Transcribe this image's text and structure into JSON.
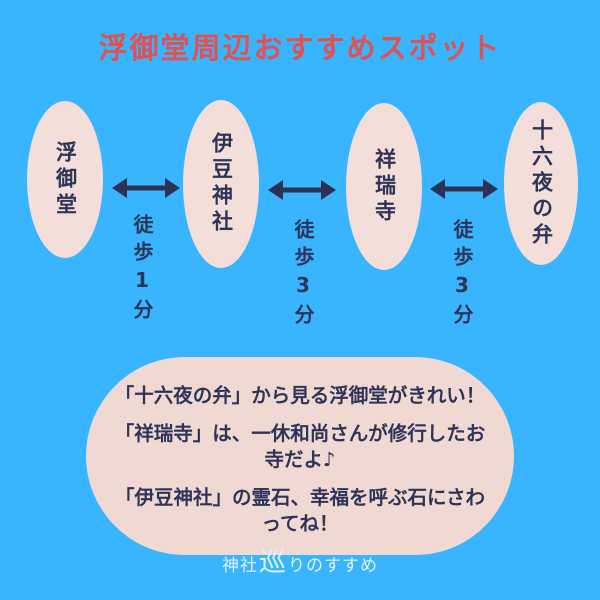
{
  "title": "浮御堂周辺おすすめスポット",
  "colors": {
    "background_blue": "#38b5fe",
    "ellipse_pink": "#f3ded9",
    "panel_pink": "#f0d8d3",
    "text_navy": "#2e3457",
    "title_red": "#e25050",
    "watermark_white": "#e3f1fc"
  },
  "spots": [
    {
      "name": "浮御堂"
    },
    {
      "name": "伊豆神社"
    },
    {
      "name": "祥瑞寺"
    },
    {
      "name": "十六夜の弁"
    }
  ],
  "connections": [
    {
      "label": "徒歩1分"
    },
    {
      "label": "徒歩3分"
    },
    {
      "label": "徒歩3分"
    }
  ],
  "tips": [
    "「十六夜の弁」から見る浮御堂がきれい！",
    "「祥瑞寺」は、一休和尚さんが修行したお寺だよ♪",
    "「伊豆神社」の霊石、幸福を呼ぶ石にさわってね！"
  ],
  "watermark": {
    "prefix": "神社",
    "emblem": "巡",
    "suffix": "りのすすめ"
  }
}
